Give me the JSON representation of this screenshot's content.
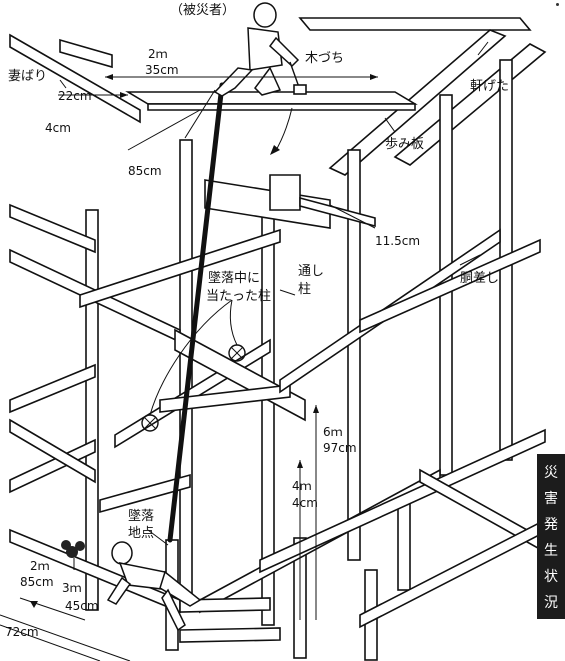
{
  "labels": {
    "victim": "（被災者）",
    "mallet": "木づち",
    "tsumabari": "妻ばり",
    "nokigeta": "軒げた",
    "ayumiita": "歩み板",
    "toshibashira_1": "通し",
    "toshibashira_2": "柱",
    "dosashi": "胴差し",
    "hit_pillar_1": "墜落中に",
    "hit_pillar_2": "当たった柱",
    "fall_point_1": "墜落",
    "fall_point_2": "地点"
  },
  "dimensions": {
    "d_2m": "2ｍ",
    "d_35cm": "35cm",
    "d_22cm": "22cm",
    "d_4cm_top": "4cm",
    "d_85cm_top": "85cm",
    "d_11_5cm": "11.5cm",
    "d_6m": "6ｍ",
    "d_97cm": "97cm",
    "d_4m": "4ｍ",
    "d_4cm_mid": "4cm",
    "d_2m_bottom": "2ｍ",
    "d_85cm_bottom": "85cm",
    "d_3m": "3ｍ",
    "d_45cm": "45cm",
    "d_72cm": "72cm"
  },
  "side_tab": {
    "chars": [
      "災",
      "害",
      "発",
      "生",
      "状",
      "況"
    ]
  }
}
